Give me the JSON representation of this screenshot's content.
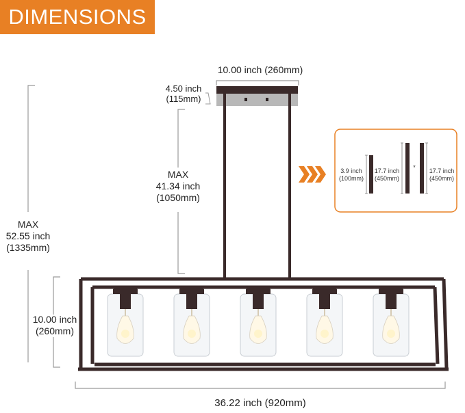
{
  "banner": {
    "title": "DIMENSIONS",
    "color": "#e88024"
  },
  "dimensions": {
    "canopy_width": "10.00 inch (260mm)",
    "canopy_height": {
      "inch": "4.50 inch",
      "mm": "(115mm)"
    },
    "rod_length": {
      "label": "MAX",
      "inch": "41.34 inch",
      "mm": "(1050mm)"
    },
    "total_height": {
      "label": "MAX",
      "inch": "52.55 inch",
      "mm": "(1335mm)"
    },
    "frame_height": {
      "inch": "10.00 inch",
      "mm": "(260mm)"
    },
    "frame_width": "36.22 inch (920mm)"
  },
  "rod_inset": {
    "arrow_icon": "triple-chevron-right",
    "rods": [
      {
        "inch": "3.9 inch",
        "mm": "(100mm)"
      },
      {
        "inch": "17.7 inch",
        "mm": "(450mm)"
      },
      {
        "inch": "17.7 inch",
        "mm": "(450mm)"
      }
    ],
    "separator": "*"
  },
  "product": {
    "lights": 5,
    "frame_color": "#3a2a2a"
  }
}
